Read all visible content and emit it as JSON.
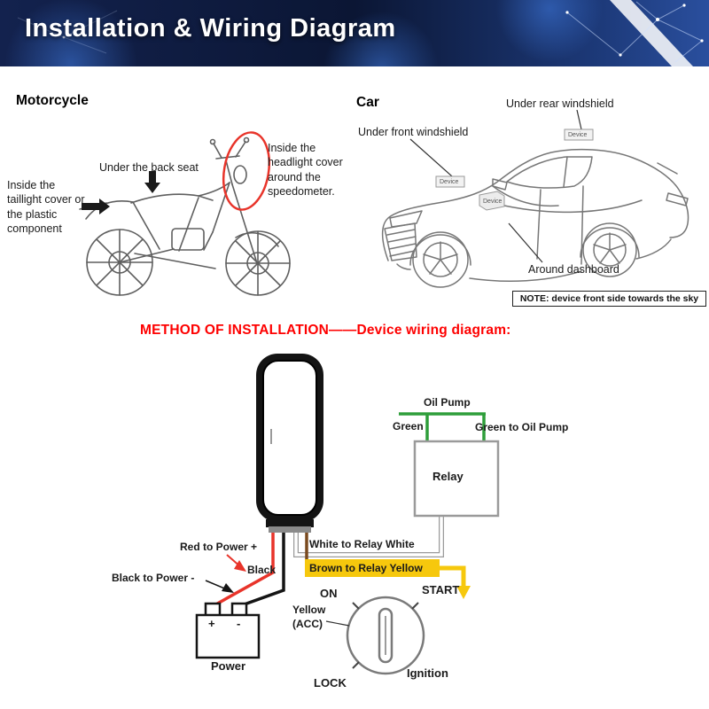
{
  "header": {
    "title": "Installation & Wiring Diagram"
  },
  "motorcycle": {
    "title": "Motorcycle",
    "taillight_note": "Inside the taillight cover or the plastic component",
    "back_seat_note": "Under the back seat",
    "headlight_note": "Inside the headlight cover around the speedometer."
  },
  "car": {
    "title": "Car",
    "front_windshield_note": "Under front windshield",
    "rear_windshield_note": "Under rear windshield",
    "dashboard_note": "Around dashboard",
    "sky_note": "NOTE: device front side towards the sky",
    "device_label": "Device"
  },
  "method": {
    "title": "METHOD OF INSTALLATION——Device wiring diagram:"
  },
  "wiring": {
    "oil_pump": "Oil Pump",
    "green": "Green",
    "green_to_oil_pump": "Green to Oil Pump",
    "relay": "Relay",
    "white_to_relay": "White to Relay White",
    "brown_to_relay": "Brown to Relay Yellow",
    "red_to_power": "Red to Power +",
    "black_to_power": "Black to Power -",
    "black": "Black",
    "power": "Power",
    "battery_plus": "+",
    "battery_minus": "-",
    "on": "ON",
    "start": "START",
    "lock": "LOCK",
    "yellow_acc": "Yellow\n(ACC)",
    "ignition": "Ignition"
  },
  "colors": {
    "header_bg": "#0b1634",
    "accent_red": "#fe0000",
    "wire_red": "#e8342a",
    "wire_black": "#141414",
    "wire_yellow": "#f6c80d",
    "wire_green": "#2e9e3a",
    "wire_brown": "#7a4a1f",
    "sketch_gray": "#777777"
  }
}
